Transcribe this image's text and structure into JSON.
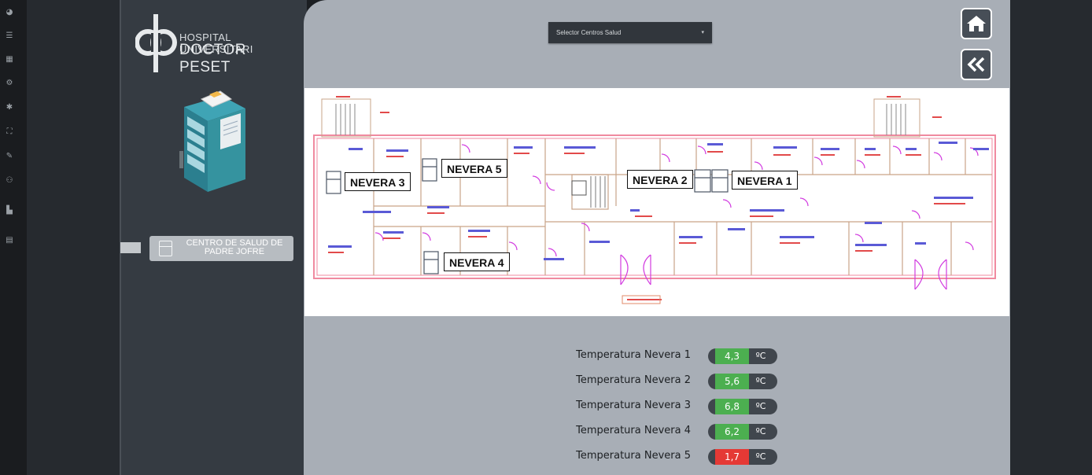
{
  "hospital": {
    "line1": "HOSPITAL UNIVERSITARI",
    "line2": "DOCTOR PESET"
  },
  "sidebar": {
    "icons": [
      "dashboard-icon",
      "list-icon",
      "table-icon",
      "settings-icon",
      "network-icon",
      "expand-icon",
      "edit-icon",
      "people-icon",
      "building-icon",
      "document-icon"
    ],
    "center_button_label": "CENTRO DE SALUD DE PADRE JOFRE"
  },
  "header": {
    "selector_label": "Selector Centros Salud"
  },
  "nav": {
    "home_icon": "home-icon",
    "back_icon": "double-chevron-left-icon"
  },
  "floorplan": {
    "labels": [
      "NEVERA 3",
      "NEVERA 5",
      "NEVERA 2",
      "NEVERA 1",
      "NEVERA 4"
    ]
  },
  "temperatures": {
    "unit": "ºC",
    "rows": [
      {
        "label": "Temperatura Nevera 1",
        "value": "4,3",
        "status": "ok"
      },
      {
        "label": "Temperatura Nevera 2",
        "value": "5,6",
        "status": "ok"
      },
      {
        "label": "Temperatura Nevera 3",
        "value": "6,8",
        "status": "ok"
      },
      {
        "label": "Temperatura Nevera 4",
        "value": "6,2",
        "status": "ok"
      },
      {
        "label": "Temperatura Nevera 5",
        "value": "1,7",
        "status": "alert"
      }
    ]
  },
  "colors": {
    "ok": "#4caf50",
    "alert": "#e53935",
    "plan_wall": "#f08aa0",
    "plan_magenta": "#d23be0",
    "plan_structure": "#c9a488"
  }
}
